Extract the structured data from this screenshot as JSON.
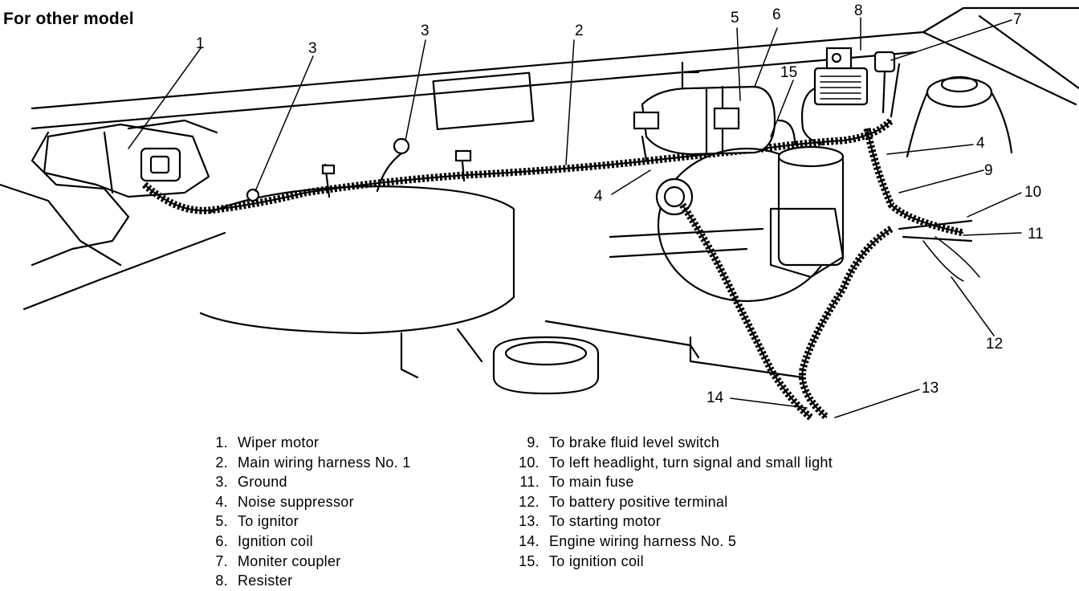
{
  "title": "For other model",
  "callouts": [
    "1",
    "2",
    "3",
    "3",
    "4",
    "4",
    "5",
    "6",
    "7",
    "8",
    "9",
    "10",
    "11",
    "12",
    "13",
    "14",
    "15"
  ],
  "legend": [
    {
      "num": "1.",
      "text": "Wiper motor"
    },
    {
      "num": "2.",
      "text": "Main wiring harness No. 1"
    },
    {
      "num": "3.",
      "text": "Ground"
    },
    {
      "num": "4.",
      "text": "Noise suppressor"
    },
    {
      "num": "5.",
      "text": "To ignitor"
    },
    {
      "num": "6.",
      "text": "Ignition coil"
    },
    {
      "num": "7.",
      "text": "Moniter coupler"
    },
    {
      "num": "8.",
      "text": "Resister"
    },
    {
      "num": "9.",
      "text": "To brake fluid level switch"
    },
    {
      "num": "10.",
      "text": "To left headlight, turn signal and small light"
    },
    {
      "num": "11.",
      "text": "To main fuse"
    },
    {
      "num": "12.",
      "text": "To battery positive terminal"
    },
    {
      "num": "13.",
      "text": "To starting motor"
    },
    {
      "num": "14.",
      "text": "Engine wiring harness No. 5"
    },
    {
      "num": "15.",
      "text": "To ignition coil"
    }
  ]
}
